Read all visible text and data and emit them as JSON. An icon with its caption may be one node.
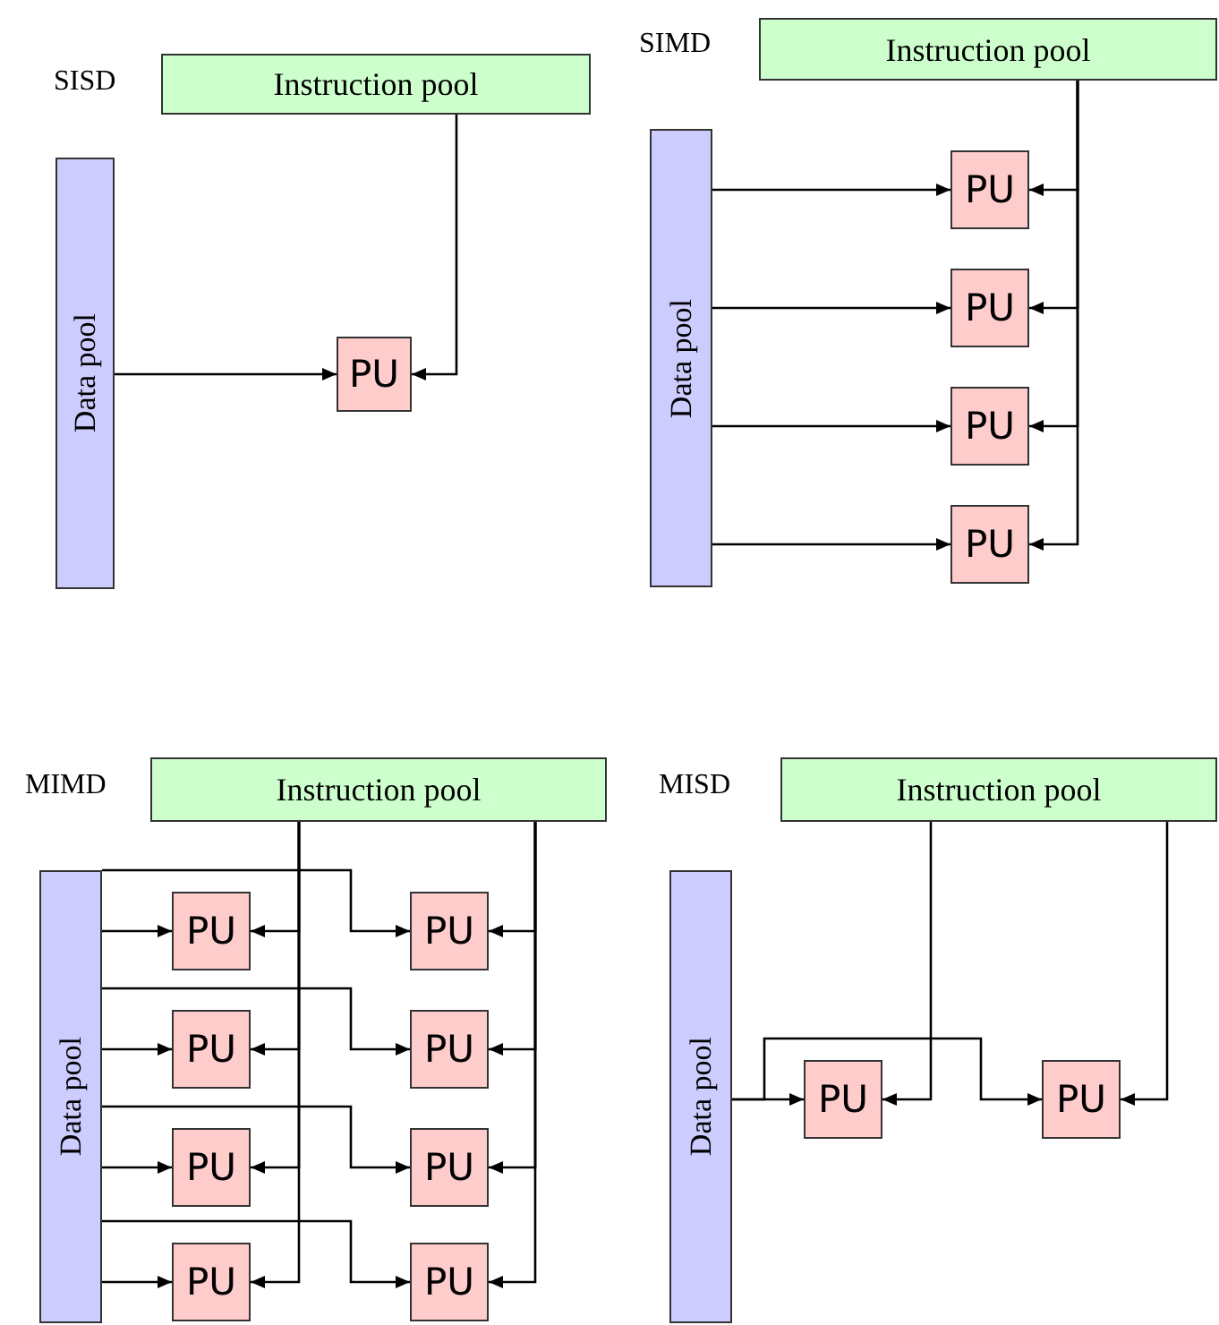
{
  "diagram": {
    "nodes": [
      {
        "text": [
          "Instruction pool"
        ]
      },
      {
        "text": [
          "Data pool"
        ]
      },
      {
        "text": [
          "PU"
        ]
      },
      {
        "text": [
          "Instruction pool"
        ]
      },
      {
        "text": [
          "Data pool"
        ]
      },
      {
        "text": [
          "PU"
        ]
      },
      {
        "text": [
          "PU"
        ]
      },
      {
        "text": [
          "PU"
        ]
      },
      {
        "text": [
          "PU"
        ]
      },
      {
        "text": [
          "Instruction pool"
        ]
      },
      {
        "text": [
          "Data pool"
        ]
      },
      {
        "text": [
          "PU"
        ]
      },
      {
        "text": [
          "PU"
        ]
      },
      {
        "text": [
          "PU"
        ]
      },
      {
        "text": [
          "PU"
        ]
      },
      {
        "text": [
          "PU"
        ]
      },
      {
        "text": [
          "PU"
        ]
      },
      {
        "text": [
          "PU"
        ]
      },
      {
        "text": [
          "PU"
        ]
      },
      {
        "text": [
          "Instruction pool"
        ]
      },
      {
        "text": [
          "Data pool"
        ]
      },
      {
        "text": [
          "PU"
        ]
      },
      {
        "text": [
          "PU"
        ]
      }
    ],
    "edges": [
      {
        "from": 1,
        "to": 2,
        "arrow": "to"
      },
      {
        "from": 0,
        "to": 2,
        "arrow": "to"
      },
      {
        "from": 4,
        "to": 5,
        "arrow": "to"
      },
      {
        "from": 4,
        "to": 6,
        "arrow": "to"
      },
      {
        "from": 4,
        "to": 7,
        "arrow": "to"
      },
      {
        "from": 4,
        "to": 8,
        "arrow": "to"
      },
      {
        "from": 3,
        "to": 5,
        "arrow": "to"
      },
      {
        "from": 3,
        "to": 6,
        "arrow": "to"
      },
      {
        "from": 3,
        "to": 7,
        "arrow": "to"
      },
      {
        "from": 3,
        "to": 8,
        "arrow": "to"
      },
      {
        "from": 10,
        "to": 11,
        "arrow": "to"
      },
      {
        "from": 10,
        "to": 12,
        "arrow": "to"
      },
      {
        "from": 9,
        "to": 11,
        "arrow": "to"
      },
      {
        "from": 9,
        "to": 12,
        "arrow": "to"
      },
      {
        "from": 10,
        "to": 13,
        "arrow": "to"
      },
      {
        "from": 10,
        "to": 14,
        "arrow": "to"
      },
      {
        "from": 9,
        "to": 13,
        "arrow": "to"
      },
      {
        "from": 9,
        "to": 14,
        "arrow": "to"
      },
      {
        "from": 10,
        "to": 15,
        "arrow": "to"
      },
      {
        "from": 10,
        "to": 16,
        "arrow": "to"
      },
      {
        "from": 9,
        "to": 15,
        "arrow": "to"
      },
      {
        "from": 9,
        "to": 16,
        "arrow": "to"
      },
      {
        "from": 10,
        "to": 17,
        "arrow": "to"
      },
      {
        "from": 10,
        "to": 18,
        "arrow": "to"
      },
      {
        "from": 9,
        "to": 17,
        "arrow": "to"
      },
      {
        "from": 9,
        "to": 18,
        "arrow": "to"
      },
      {
        "from": 20,
        "to": 21,
        "arrow": "to"
      },
      {
        "from": 20,
        "to": 22,
        "arrow": "to"
      },
      {
        "from": 19,
        "to": 21,
        "arrow": "to"
      },
      {
        "from": 19,
        "to": 22,
        "arrow": "to"
      }
    ],
    "labels": [
      "SISD",
      "SIMD",
      "MIMD",
      "MISD"
    ]
  }
}
